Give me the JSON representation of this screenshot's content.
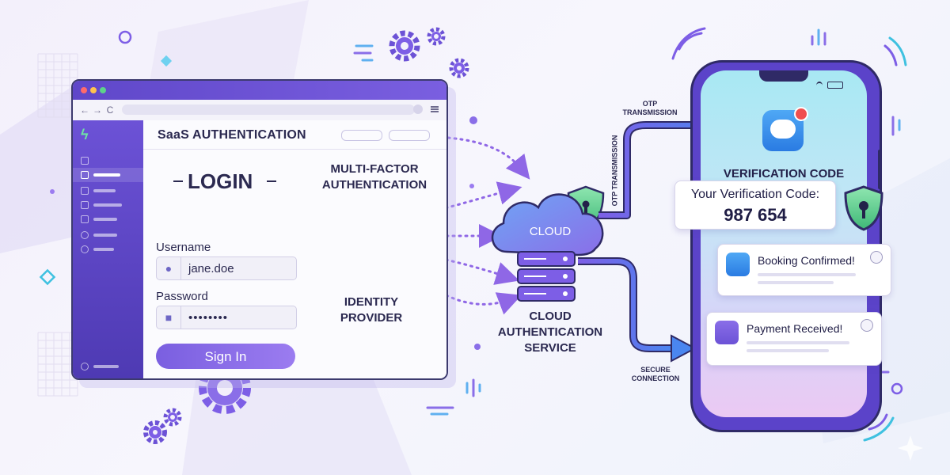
{
  "browser": {
    "nav_back": "←",
    "nav_forward": "→",
    "nav_reload": "C",
    "app_title": "SaaS AUTHENTICATION",
    "login_heading": "LOGIN",
    "username_label": "Username",
    "username_value": "jane.doe",
    "password_label": "Password",
    "password_value": "••••••••",
    "signin_label": "Sign In"
  },
  "diagram": {
    "mfa_label_line1": "MULTI-FACTOR",
    "mfa_label_line2": "AUTHENTICATION",
    "idp_label_line1": "IDENTITY",
    "idp_label_line2": "PROVIDER",
    "cloud_label": "CLOUD",
    "cas_label_line1": "CLOUD",
    "cas_label_line2": "AUTHENTICATION",
    "cas_label_line3": "SERVICE",
    "otp_top_line1": "OTP",
    "otp_top_line2": "TRANSMISSION",
    "otp_vertical": "OTP TRANSMISSION",
    "secure_line1": "SECURE",
    "secure_line2": "CONNECTION"
  },
  "phone": {
    "verification_title": "VERIFICATION CODE",
    "code_label": "Your Verification Code:",
    "code_value": "987 654",
    "notification_1": "Booking Confirmed!",
    "notification_2": "Payment Received!"
  },
  "colors": {
    "brand_purple": "#6c52d6",
    "shield_green": "#5fd08f",
    "flow_blue": "#4a86f0",
    "alert_red": "#ef4e4e"
  }
}
